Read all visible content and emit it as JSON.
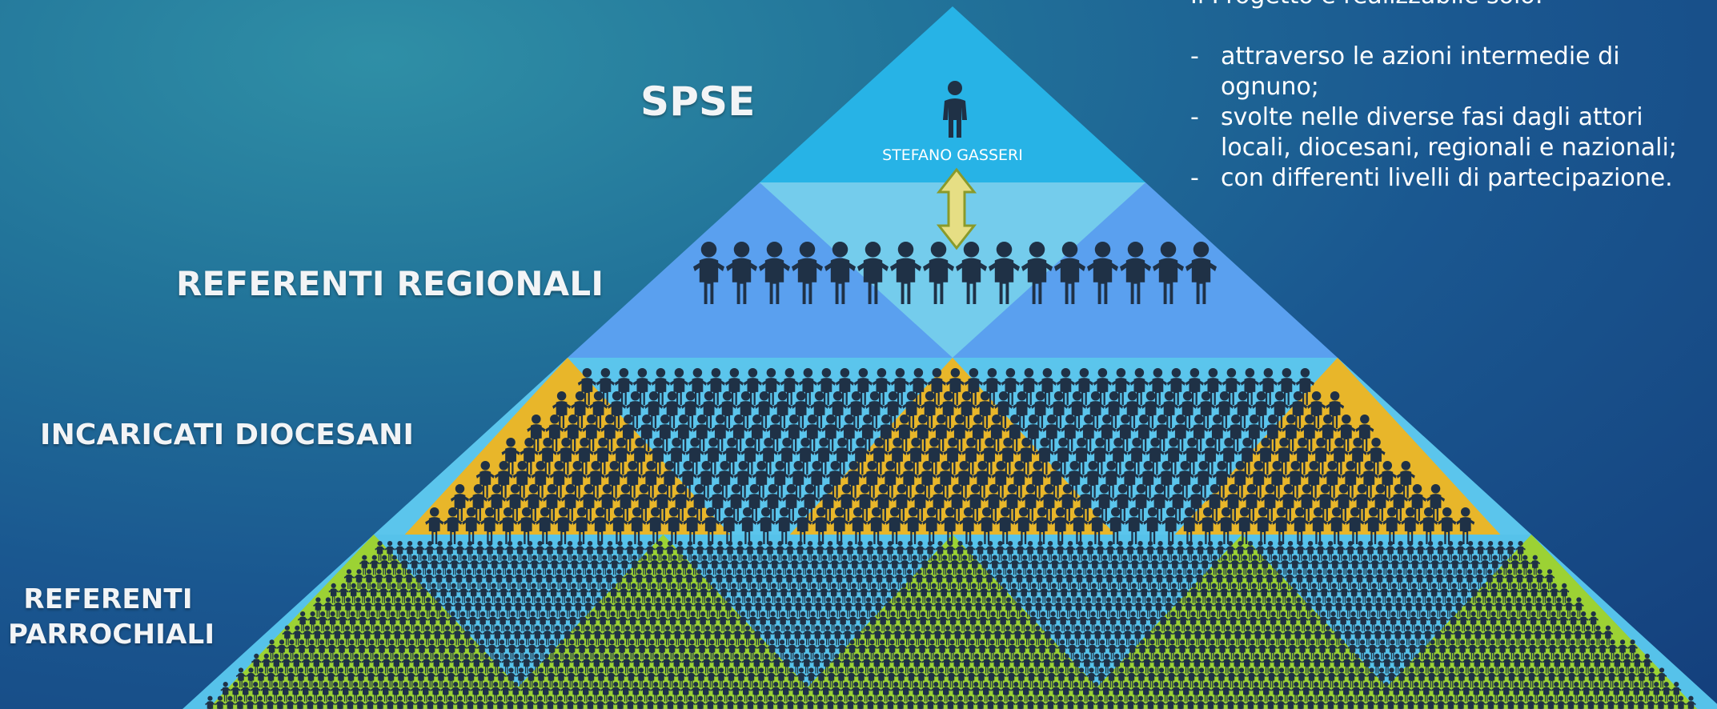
{
  "diagram": {
    "levels": [
      {
        "id": "spse",
        "label": "SPSE",
        "people_rows": 1
      },
      {
        "id": "regionali",
        "label": "REFERENTI REGIONALI",
        "people_rows": 1
      },
      {
        "id": "diocesani",
        "label": "INCARICATI  DIOCESANI",
        "people_rows": 7
      },
      {
        "id": "parrocchiali",
        "label": "REFERENTI PARROCHIALI",
        "people_rows": 12
      }
    ],
    "person_name": "STEFANO GASSERI",
    "icons": {
      "top_person": "person-icon",
      "connector": "double-arrow-icon",
      "crowd": "people-holding-hands-icon"
    },
    "colors": {
      "tier1": "#27b3e6",
      "tier2_side": "#5aa0ef",
      "tier2_mid": "#74ccec",
      "tier3_side": "#e8b62a",
      "tier3_mid": "#5bc5ec",
      "tier4_side": "#9cd234",
      "tier4_mid": "#56c2ea",
      "people": "#1f3146",
      "arrow": "#e6de84"
    }
  },
  "info": {
    "intro": "Il Progetto è realizzabile solo:",
    "points": [
      "attraverso le azioni intermedie di ognuno;",
      "svolte nelle diverse fasi dagli attori locali, diocesani, regionali e nazionali;",
      "con differenti livelli di partecipazione."
    ]
  }
}
